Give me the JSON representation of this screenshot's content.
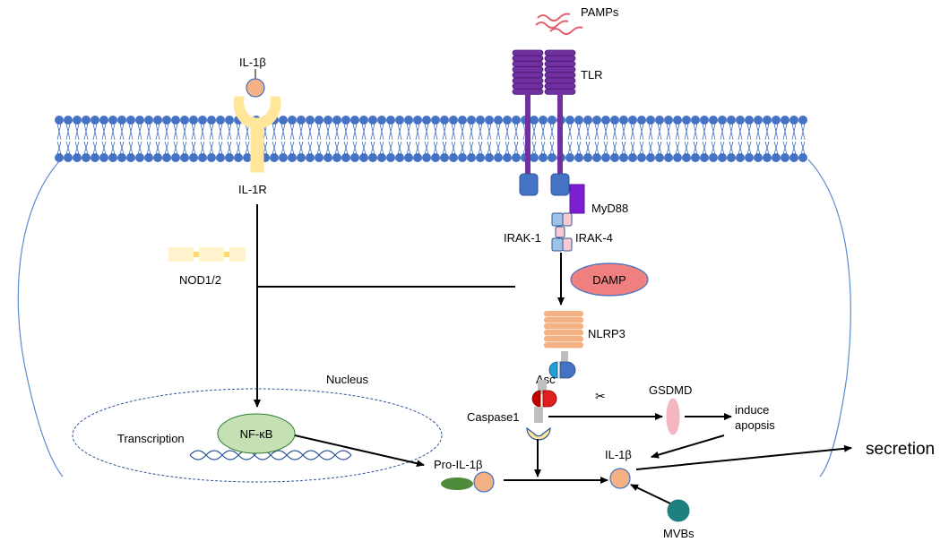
{
  "labels": {
    "pamps": "PAMPs",
    "tlr": "TLR",
    "il1b_ligand": "IL-1β",
    "il1r": "IL-1R",
    "myd88": "MyD88",
    "irak1": "IRAK-1",
    "irak4": "IRAK-4",
    "damp": "DAMP",
    "nod": "NOD1/2",
    "nlrp3": "NLRP3",
    "asc": "Asc",
    "caspase1": "Caspase1",
    "gsdmd": "GSDMD",
    "induce_line1": "induce",
    "induce_line2": "apopsis",
    "nucleus": "Nucleus",
    "transcription": "Transcription",
    "nfkb": "NF-κB",
    "pro_il1b": "Pro-IL-1β",
    "il1b_product": "IL-1β",
    "secretion": "secretion",
    "mvbs": "MVBs",
    "scissors": "✂"
  },
  "colors": {
    "membrane_head": "#4472c4",
    "tlr": "#7030a0",
    "tlr_tail": "#4472c4",
    "myd88": "#7b1fd0",
    "il1r": "#ffe699",
    "il1b": "#f4b183",
    "damp": "#f08080",
    "nlrp3": "#f4b183",
    "nfkb": "#c5e0b3",
    "gsdmd": "#f4b6c2",
    "mvbs": "#1f8080",
    "pro_il1b_partner": "#4e8b3a",
    "pamps": "#e06070"
  }
}
